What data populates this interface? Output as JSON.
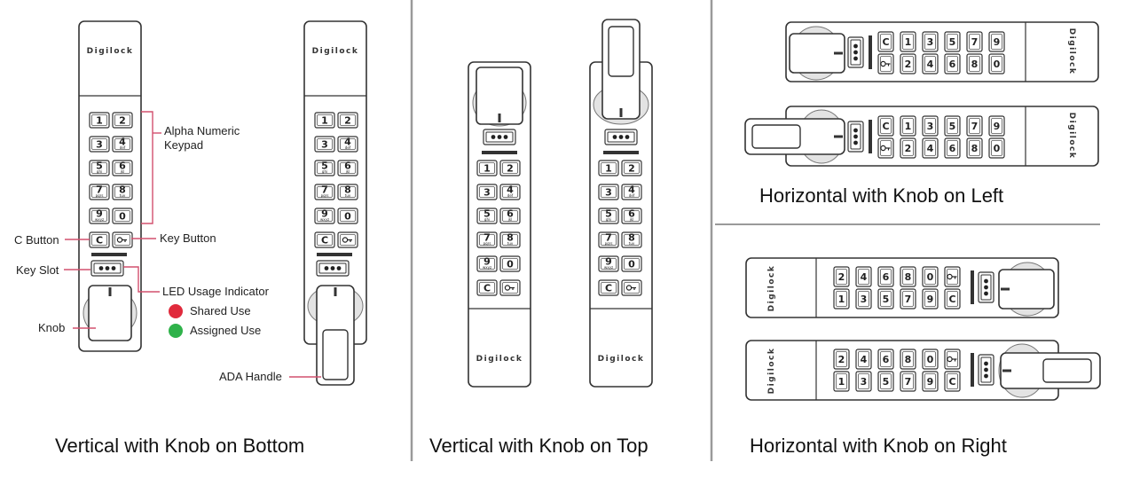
{
  "brand": "Digilock",
  "colors": {
    "shared_use": "#e02a3c",
    "assigned_use": "#2fb24a",
    "callout": "#d2506e"
  },
  "labels": {
    "keypad": [
      "Alpha Numeric",
      "Keypad"
    ],
    "c_button": "C Button",
    "key_button": "Key Button",
    "key_slot": "Key Slot",
    "led": "LED Usage Indicator",
    "shared": "Shared Use",
    "assigned": "Assigned Use",
    "knob": "Knob",
    "ada": "ADA Handle"
  },
  "captions": {
    "vertical_bottom": "Vertical with Knob on Bottom",
    "vertical_top": "Vertical with Knob on Top",
    "horizontal_left": "Horizontal with Knob on Left",
    "horizontal_right": "Horizontal with Knob on Right"
  },
  "keypad": {
    "rows": [
      [
        "1",
        "2"
      ],
      [
        "3",
        "4"
      ],
      [
        "5",
        "6"
      ],
      [
        "7",
        "8"
      ],
      [
        "9",
        "0"
      ],
      [
        "C",
        "key"
      ]
    ],
    "subs": [
      [
        "",
        ""
      ],
      [
        "",
        "def"
      ],
      [
        "ghi",
        "jkl"
      ],
      [
        "pqrs",
        "tuv"
      ],
      [
        "wxyz",
        ""
      ],
      [
        "",
        ""
      ]
    ]
  }
}
